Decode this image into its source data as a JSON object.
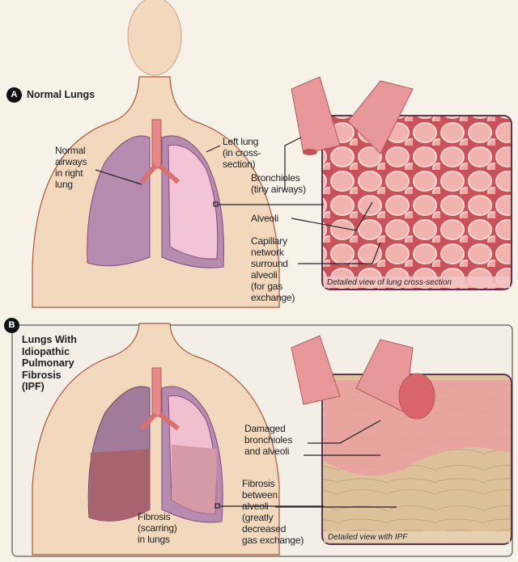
{
  "panel_a": {
    "badge": "A",
    "title": "Normal Lungs",
    "labels": {
      "normal_airways": "Normal\nairways\nin right\nlung",
      "left_lung": "Left lung\n(in cross-\nsection)",
      "bronchioles": "Bronchioles\n(tiny airways)",
      "alveoli": "Alveoli",
      "capillary": "Capillary\nnetwork\nsurround\nalveoli\n(for gas\nexchange)"
    },
    "detail_caption": "Detailed view of lung cross-section"
  },
  "panel_b": {
    "badge": "B",
    "title": "Lungs With\nIdiopathic\nPulmonary\nFibrosis\n(IPF)",
    "labels": {
      "damaged": "Damaged\nbronchioles\nand alveoli",
      "fibrosis_between": "Fibrosis\nbetween\nalveoli\n(greatly\ndecreased\ngas exchange)",
      "fibrosis_scarring": "Fibrosis\n(scarring)\nin lungs"
    },
    "detail_caption": "Detailed view with IPF"
  },
  "colors": {
    "skin": "#f2d8bd",
    "outline": "#a8583a",
    "lung": "#b58bb0",
    "lung_section": "#f2c4d6",
    "tissue": "#e9a2a0",
    "fibrosis": "#d9bf98"
  }
}
